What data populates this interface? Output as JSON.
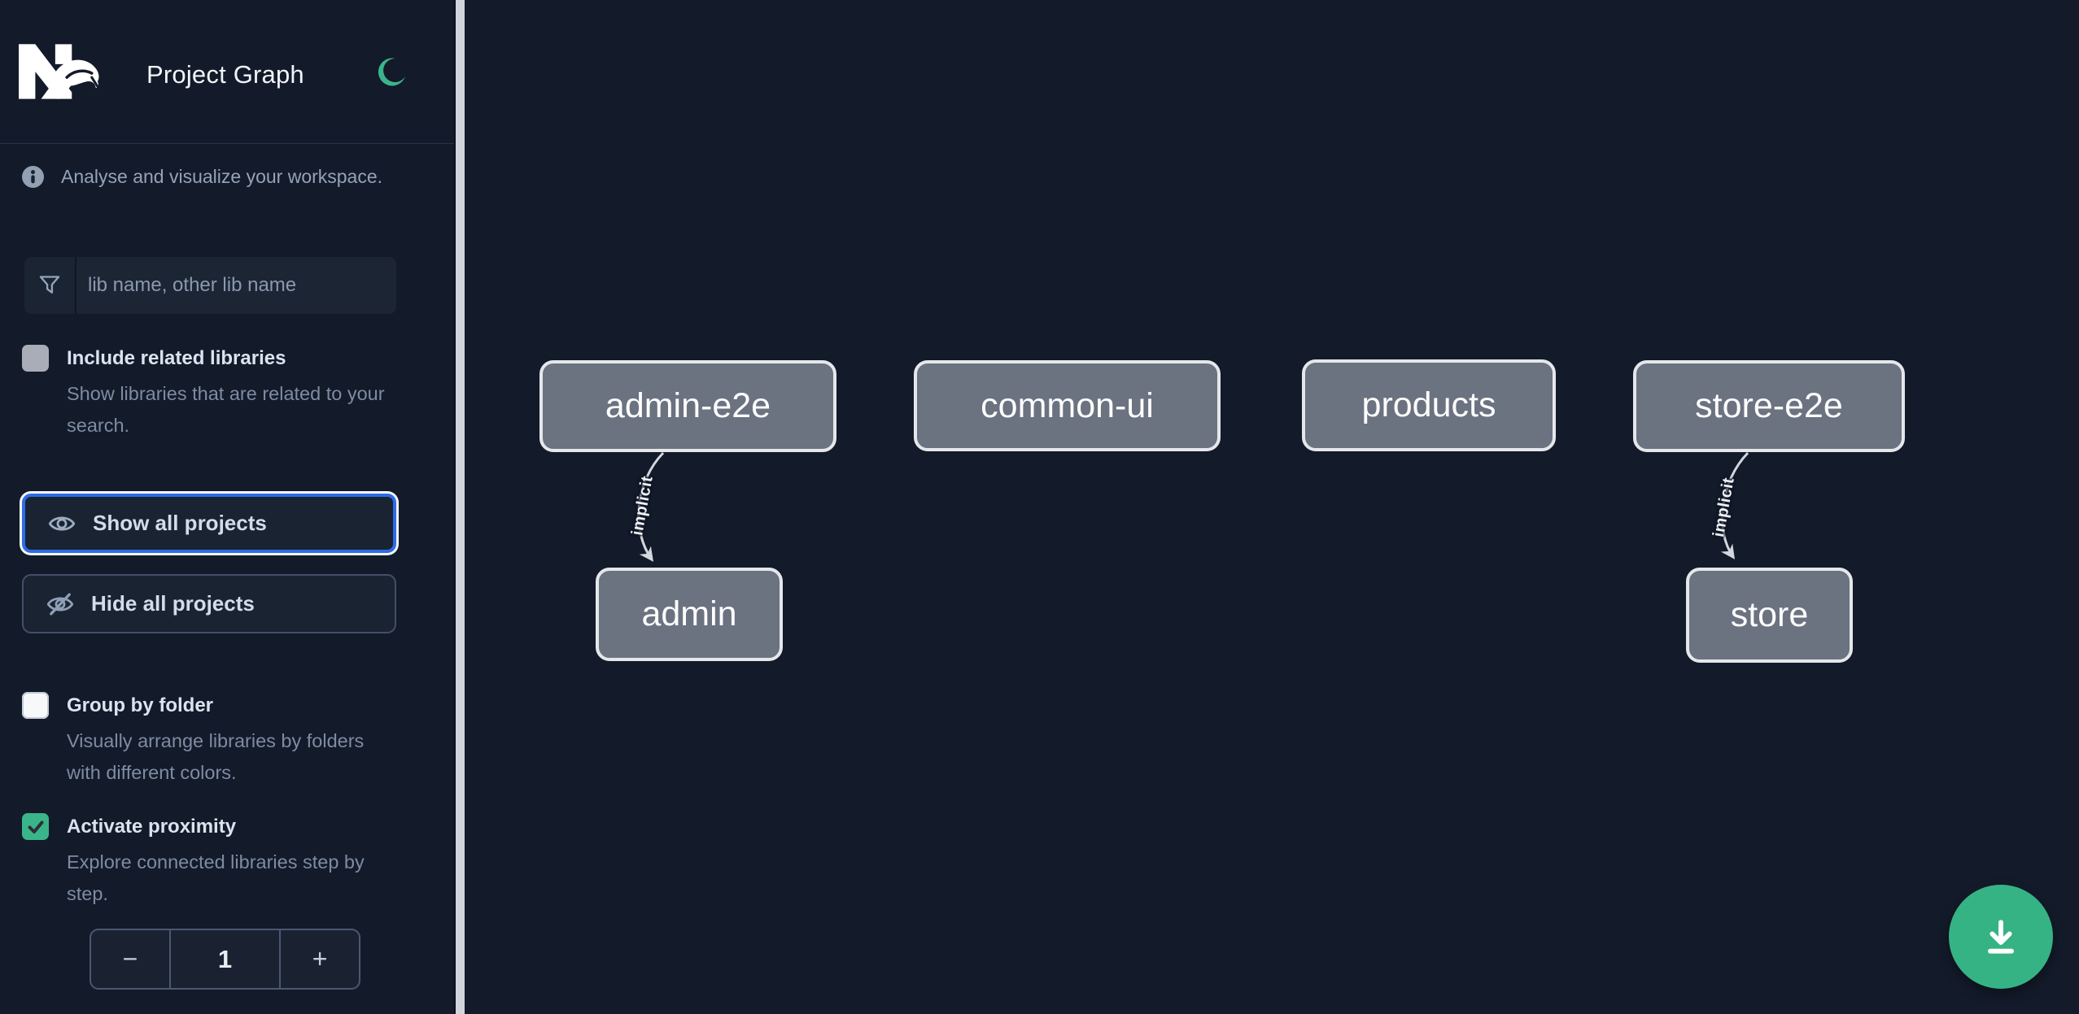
{
  "app": {
    "title": "Project Graph",
    "tagline": "Analyse and visualize your workspace."
  },
  "colors": {
    "background": "#131a29",
    "accent_green": "#3ab58a",
    "focus_blue": "#2e6ce6",
    "node_fill": "#6b7280",
    "node_border": "#e5e7eb",
    "gutter": "#d1d5db"
  },
  "sidebar": {
    "search": {
      "placeholder": "lib name, other lib name"
    },
    "toggles": [
      {
        "label": "Include related libraries",
        "description": "Show libraries that are related to your search.",
        "checked": false
      },
      {
        "label": "Group by folder",
        "description": "Visually arrange libraries by folders with different colors.",
        "checked": false
      },
      {
        "label": "Activate proximity",
        "description": "Explore connected libraries step by step.",
        "checked": true
      }
    ],
    "buttons": [
      {
        "label": "Show all projects",
        "focused": true
      },
      {
        "label": "Hide all projects",
        "focused": false
      }
    ],
    "stepper": {
      "decrement": "−",
      "value": "1",
      "increment": "+"
    }
  },
  "graph": {
    "nodes": [
      {
        "label": "admin-e2e"
      },
      {
        "label": "common-ui"
      },
      {
        "label": "products"
      },
      {
        "label": "store-e2e"
      },
      {
        "label": "admin"
      },
      {
        "label": "store"
      }
    ],
    "edges": [
      {
        "from": "admin-e2e",
        "to": "admin",
        "label": "implicit"
      },
      {
        "from": "store-e2e",
        "to": "store",
        "label": "implicit"
      }
    ]
  },
  "fab": {
    "action": "save-graph-image"
  }
}
